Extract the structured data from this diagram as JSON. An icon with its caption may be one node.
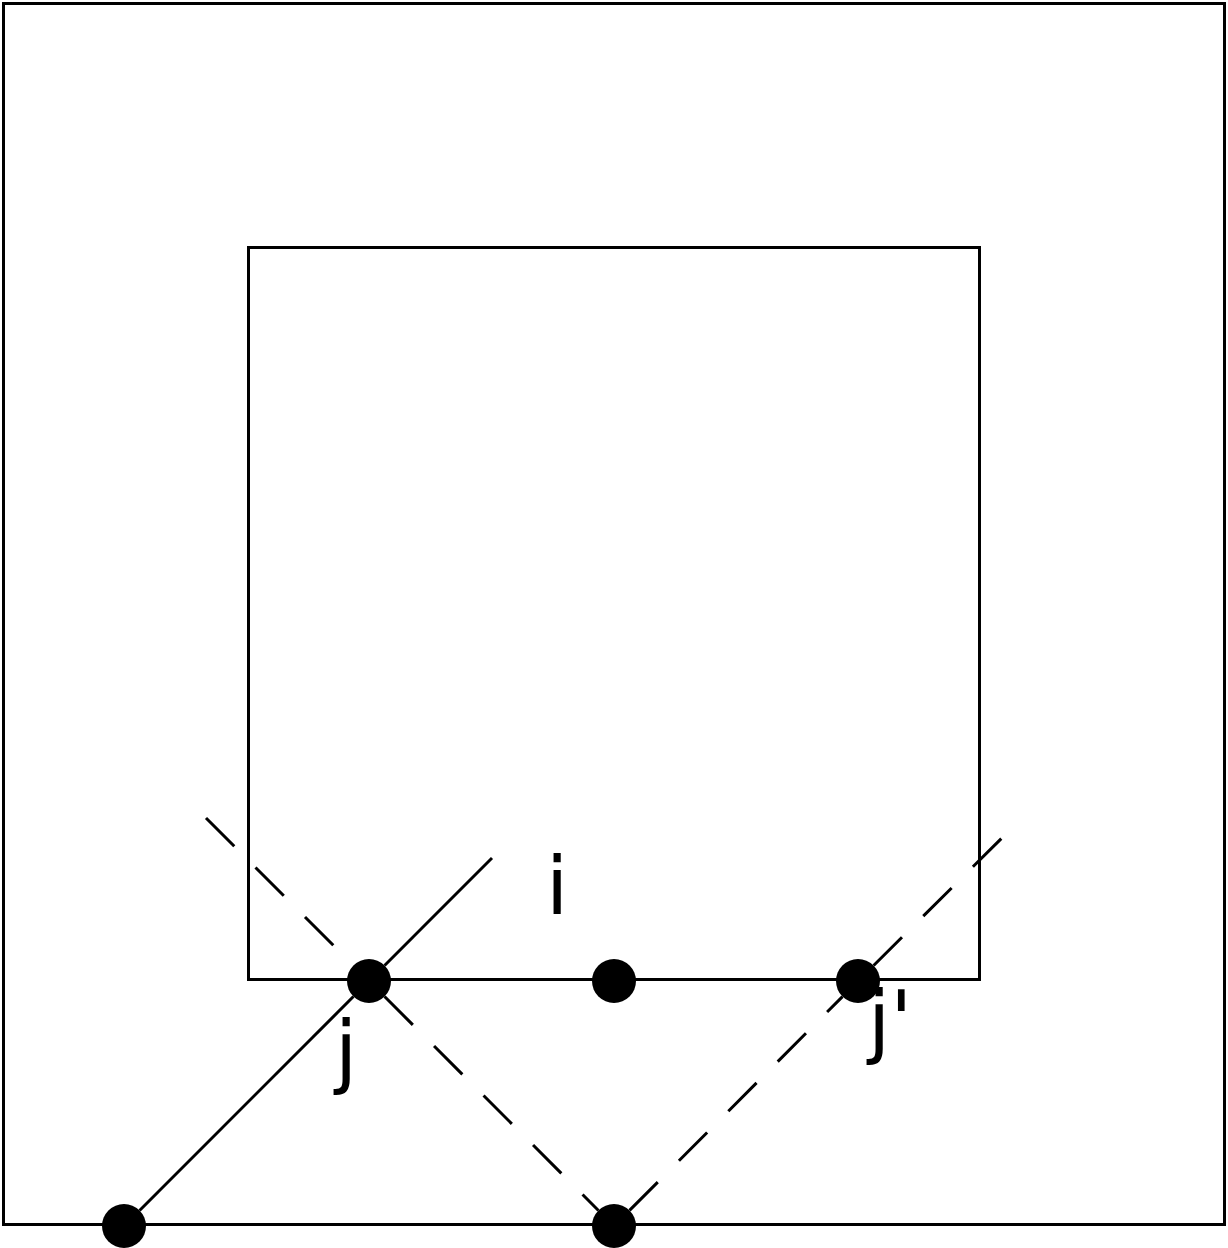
{
  "diagram": {
    "nodes": [
      {
        "text": [],
        "shape": "box"
      },
      {
        "text": [],
        "shape": "box",
        "in": 0
      },
      {
        "text": [
          "i"
        ],
        "in": 0
      },
      {
        "text": [
          "j"
        ],
        "in": 0
      },
      {
        "text": [
          "j'"
        ],
        "in": 0
      },
      {
        "text": [],
        "shape": "circle"
      },
      {
        "text": [],
        "shape": "circle"
      }
    ],
    "edges": [
      {
        "from": 5,
        "to": 3,
        "arrow": "none"
      },
      {
        "from": 3,
        "to": 1,
        "arrow": "none"
      },
      {
        "from": null,
        "to": 3,
        "arrow": "none",
        "style": "dashed"
      },
      {
        "from": 3,
        "to": 6,
        "arrow": "none",
        "style": "dashed"
      },
      {
        "from": 6,
        "to": 4,
        "arrow": "none",
        "style": "dashed"
      },
      {
        "from": 4,
        "to": null,
        "arrow": "none",
        "style": "dashed"
      }
    ]
  }
}
